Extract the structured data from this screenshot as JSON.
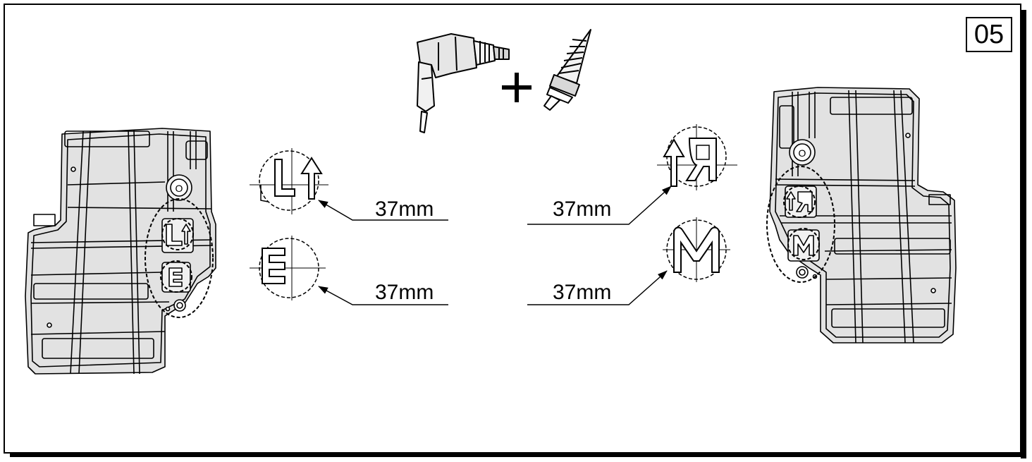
{
  "step": {
    "number": "05"
  },
  "dimensions": {
    "left_upper": "37mm",
    "left_lower": "37mm",
    "right_upper": "37mm",
    "right_lower": "37mm"
  },
  "marks": {
    "left_upper": [
      "L",
      "arrow-up"
    ],
    "left_lower": "E",
    "right_upper": [
      "arrow-up",
      "R"
    ],
    "right_lower": "M"
  },
  "icons": {
    "tool": "drill-icon",
    "bit": "step-drill-bit-icon",
    "plus": "plus-icon"
  },
  "colors": {
    "line": "#000000",
    "part_fill": "#e2e2e2",
    "background": "#ffffff"
  }
}
